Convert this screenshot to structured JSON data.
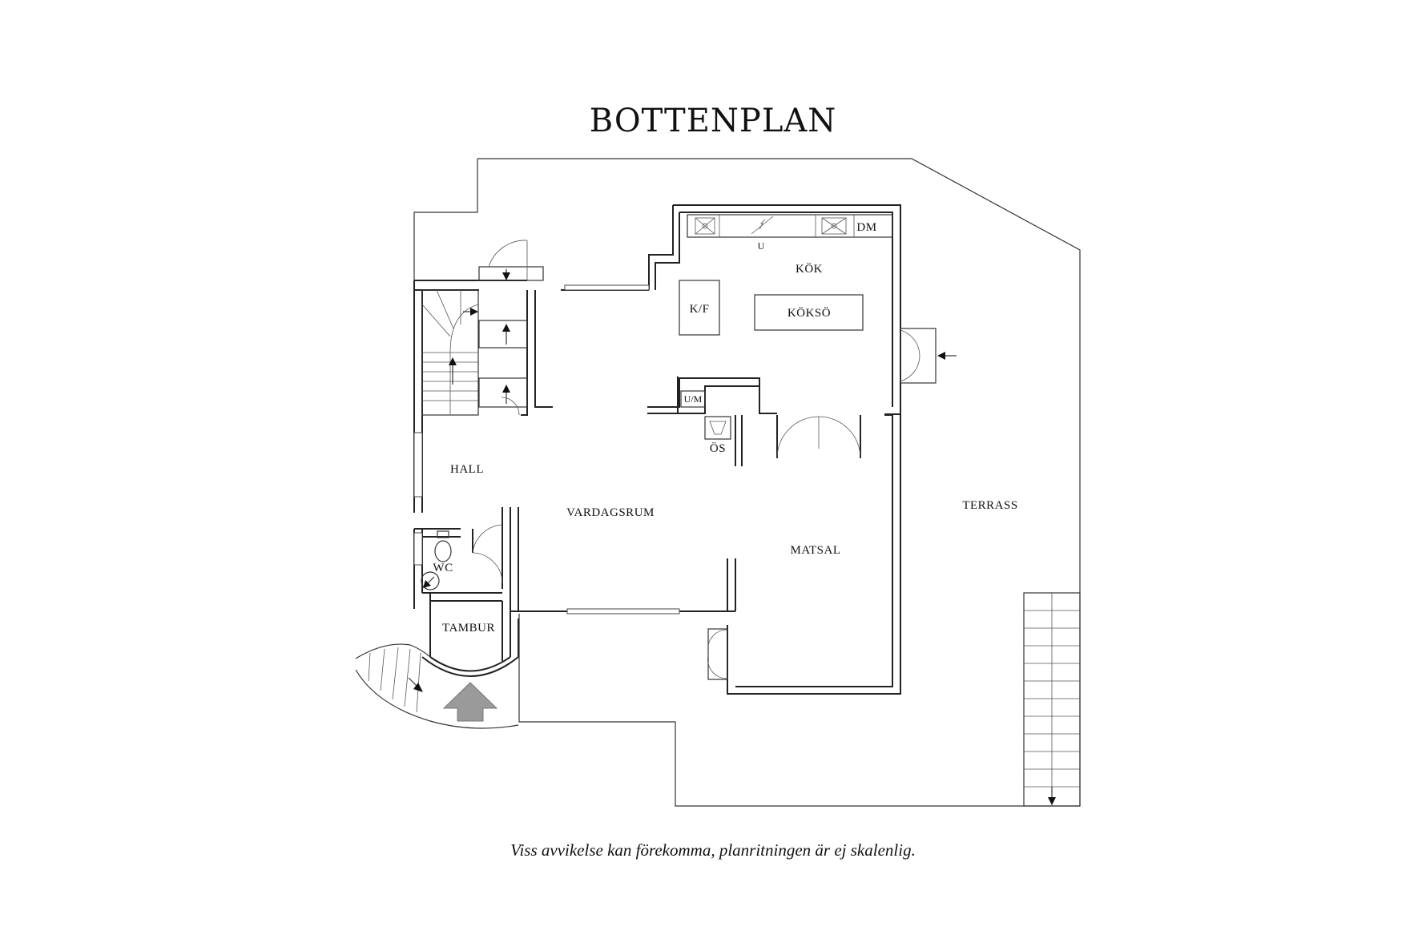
{
  "title": "BOTTENPLAN",
  "rooms": {
    "kok": "KÖK",
    "kokso": "KÖKSÖ",
    "kf": "K/F",
    "u": "U",
    "dm": "DM",
    "um": "U/M",
    "os": "ÖS",
    "hall": "HALL",
    "vardagsrum": "VARDAGSRUM",
    "matsal": "MATSAL",
    "terrass": "TERRASS",
    "wc": "WC",
    "tambur": "TAMBUR"
  },
  "footer_note": "Viss avvikelse kan förekomma, planritningen är ej skalenlig.",
  "colors": {
    "line": "#222222",
    "entrance_arrow": "#9a9a9a"
  }
}
